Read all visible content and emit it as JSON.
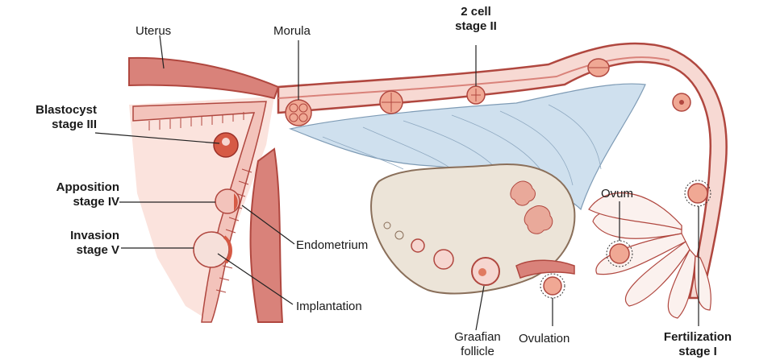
{
  "labels": {
    "uterus": "Uterus",
    "morula": "Morula",
    "two_cell_line1": "2 cell",
    "two_cell_line2": "stage II",
    "blastocyst_line1": "Blastocyst",
    "blastocyst_line2": "stage III",
    "apposition_line1": "Apposition",
    "apposition_line2": "stage IV",
    "invasion_line1": "Invasion",
    "invasion_line2": "stage V",
    "endometrium": "Endometrium",
    "implantation": "Implantation",
    "graafian_line1": "Graafian",
    "graafian_line2": "follicle",
    "ovulation": "Ovulation",
    "ovum": "Ovum",
    "fertilization_line1": "Fertilization",
    "fertilization_line2": "stage I"
  },
  "colors": {
    "uterine_wall": "#d9827a",
    "endometrium_pink": "#f6d6d0",
    "outline": "#b0473f",
    "ovary": "#ece4d8",
    "ligament_blue": "#cfe0ee",
    "embryo": "#e07a60"
  }
}
